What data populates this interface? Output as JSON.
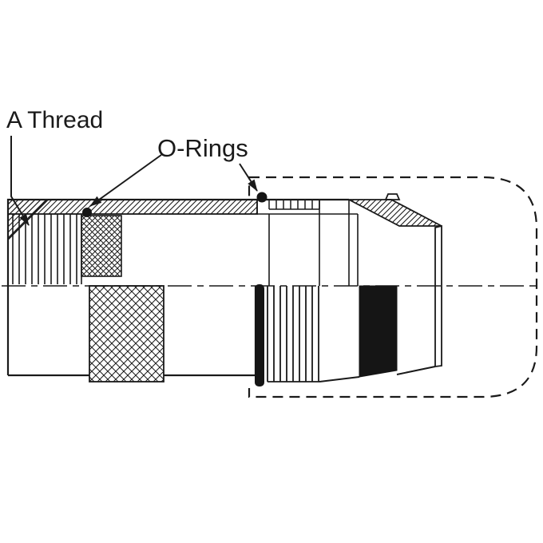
{
  "diagram": {
    "kind": "connector-cross-section-technical-drawing",
    "labels": {
      "a_thread": "A Thread",
      "o_rings": "O-Rings"
    },
    "colors": {
      "line": "#1a1a1a",
      "solid_fill": "#151515",
      "background": "#ffffff"
    },
    "features": {
      "o_ring_count": 2,
      "phantom_outline": "dashed mating shell (right side)",
      "centerline": "dash-dot horizontal"
    }
  }
}
